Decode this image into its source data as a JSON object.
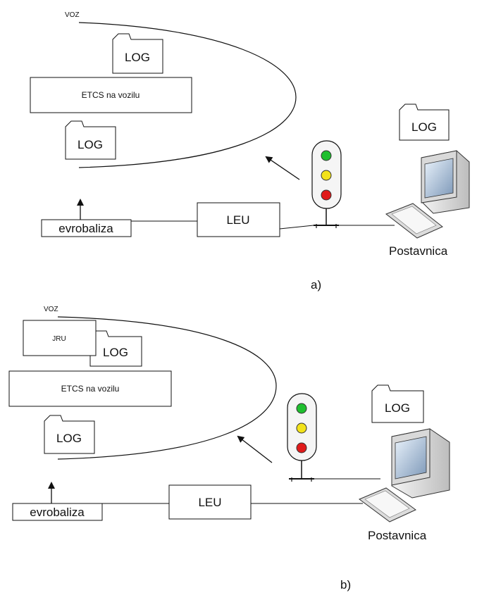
{
  "panel_a": {
    "train_label": "VOZ",
    "onboard_label": "ETCS na vozilu",
    "log_label_top": "LOG",
    "log_label_bottom": "LOG",
    "log_label_station": "LOG",
    "balise_label": "evrobaliza",
    "leu_label": "LEU",
    "station_label": "Postavnica",
    "caption": "a)"
  },
  "panel_b": {
    "train_label": "VOZ",
    "jru_label": "JRU",
    "onboard_label": "ETCS na vozilu",
    "log_label_top": "LOG",
    "log_label_bottom": "LOG",
    "log_label_station": "LOG",
    "balise_label": "evrobaliza",
    "leu_label": "LEU",
    "station_label": "Postavnica",
    "caption": "b)"
  },
  "colors": {
    "signal_green": "#1fbf2f",
    "signal_yellow": "#f2e21a",
    "signal_red": "#e01a1a"
  }
}
